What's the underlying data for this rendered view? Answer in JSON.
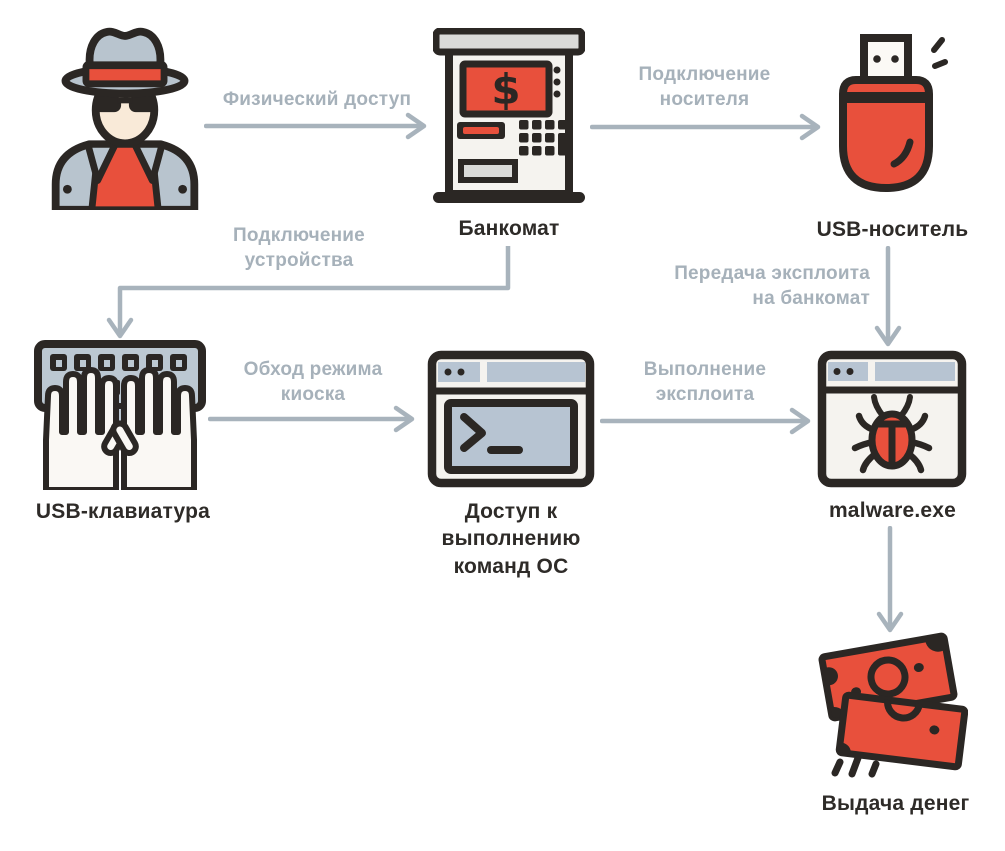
{
  "diagram": {
    "description": "ATM attack flow diagram",
    "colors": {
      "red_accent": "#e8503c",
      "steel_blue": "#b8c4ce",
      "window_blue": "#b7c4d2",
      "outline_dark": "#2b2724",
      "arrow_gray": "#a8b3bc",
      "edge_label_gray": "#a6b1ba",
      "node_label_dark": "#2e2b28",
      "panel_cream": "#f5f3ef",
      "light_gray": "#dadad8",
      "skin": "#f9ead8",
      "background": "#ffffff"
    },
    "nodes": {
      "attacker": {
        "icon": "spy-icon",
        "label": ""
      },
      "atm": {
        "icon": "atm-icon",
        "label": "Банкомат",
        "screen_symbol": "$"
      },
      "usb_drive": {
        "icon": "usb-flash-icon",
        "label": "USB-носитель"
      },
      "usb_keyboard": {
        "icon": "keyboard-hands-icon",
        "label": "USB-клавиатура"
      },
      "os_commands": {
        "icon": "terminal-window-icon",
        "label": "Доступ к выполнению команд ОС"
      },
      "malware": {
        "icon": "malware-window-icon",
        "label": "malware.exe"
      },
      "cash": {
        "icon": "banknotes-icon",
        "label": "Выдача денег"
      }
    },
    "edges": [
      {
        "from": "attacker",
        "to": "atm",
        "label": "Физический доступ"
      },
      {
        "from": "atm",
        "to": "usb_drive",
        "label": "Подключение носителя"
      },
      {
        "from": "atm",
        "to": "usb_keyboard",
        "label": "Подключение устройства"
      },
      {
        "from": "usb_keyboard",
        "to": "os_commands",
        "label": "Обход режима киоска"
      },
      {
        "from": "os_commands",
        "to": "malware",
        "label": "Выполнение эксплоита"
      },
      {
        "from": "usb_drive",
        "to": "malware",
        "label": "Передача эксплоита на банкомат"
      },
      {
        "from": "malware",
        "to": "cash",
        "label": ""
      }
    ]
  }
}
